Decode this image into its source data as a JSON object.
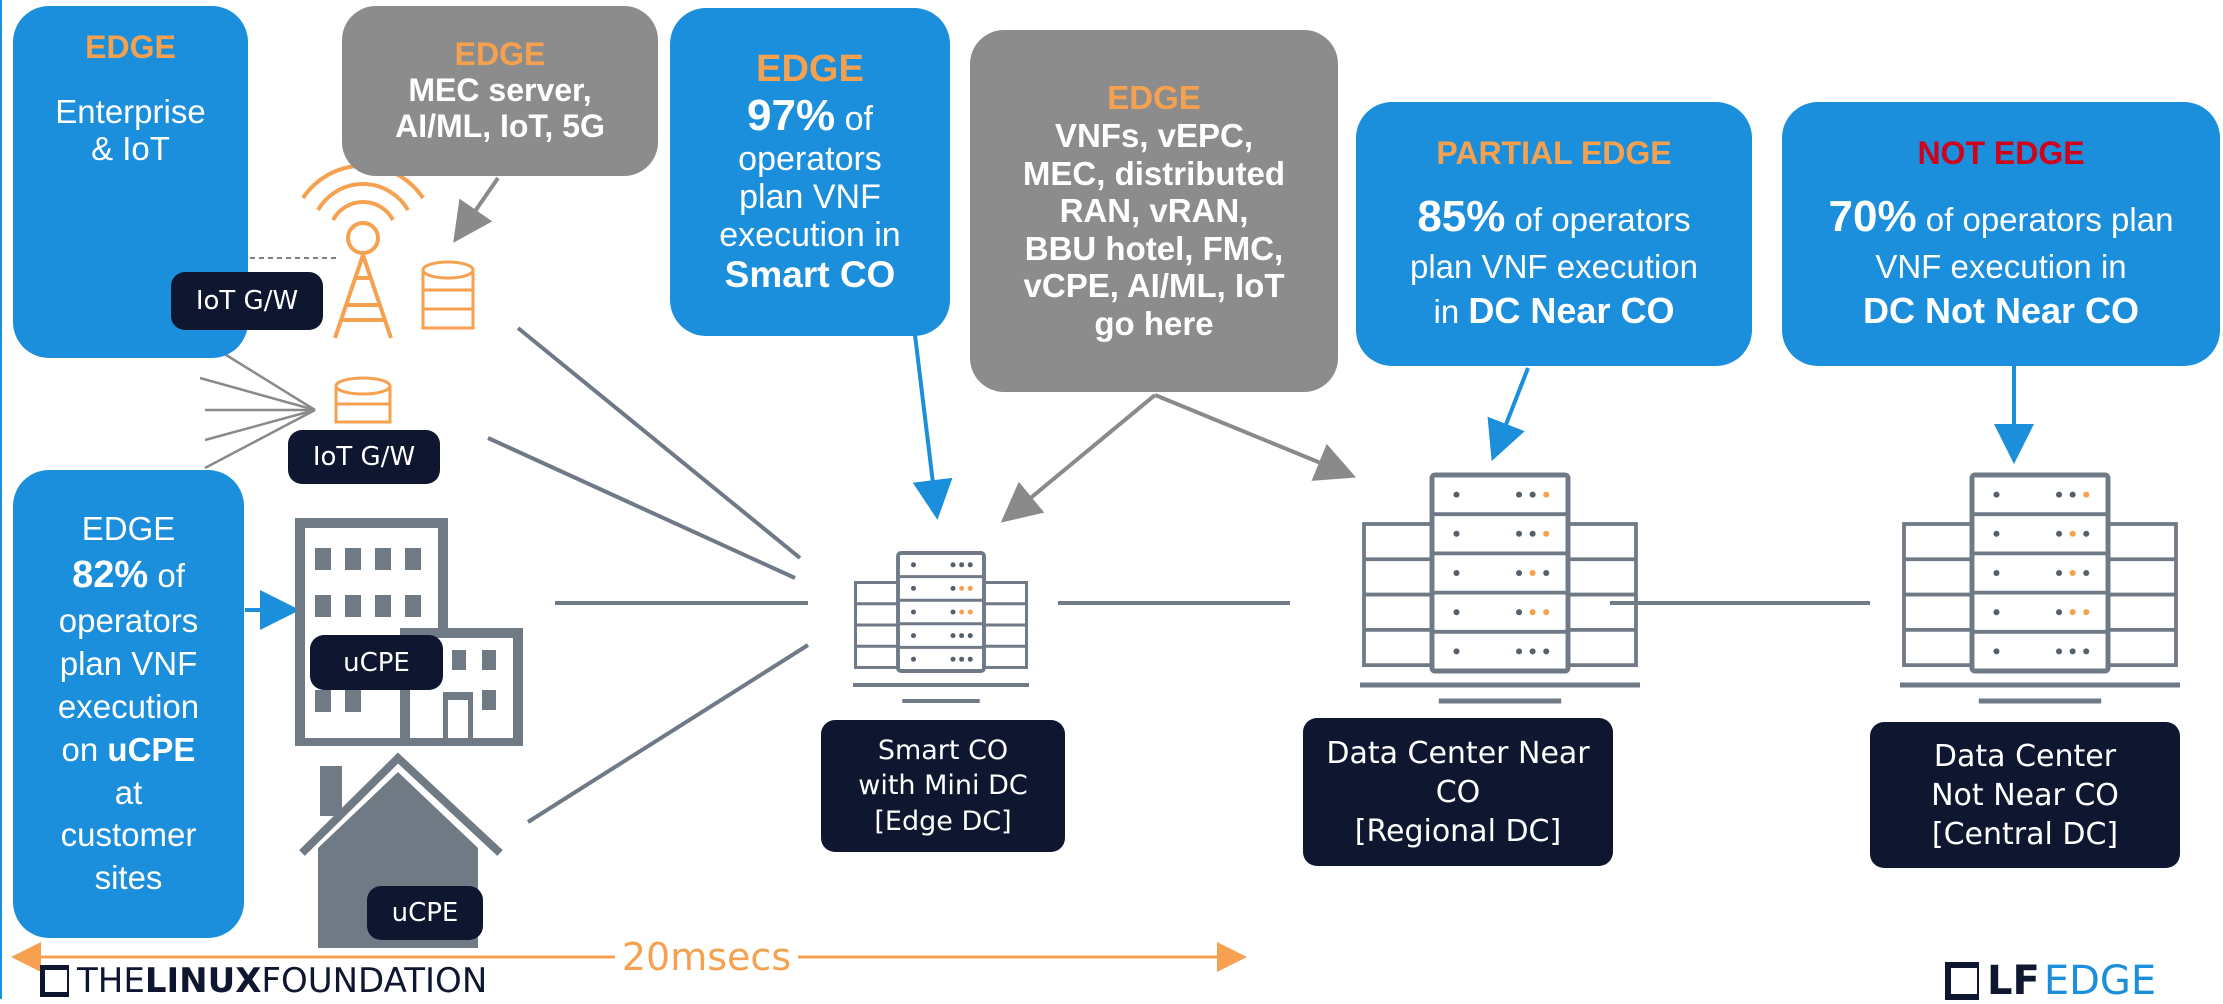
{
  "bubbles": {
    "enterprise": {
      "heading": "EDGE",
      "line1": "Enterprise",
      "line2": "& IoT"
    },
    "mec": {
      "heading": "EDGE",
      "line1": "MEC server,",
      "line2": "AI/ML, IoT, 5G"
    },
    "smart_co": {
      "heading": "EDGE",
      "pct": "97%",
      "l1": " of",
      "l2": "operators",
      "l3": "plan VNF",
      "l4": "execution in",
      "l5": "Smart CO"
    },
    "vnfs": {
      "heading": "EDGE",
      "l1": "VNFs, vEPC,",
      "l2": "MEC, distributed",
      "l3": "RAN, vRAN,",
      "l4": "BBU hotel, FMC,",
      "l5": "vCPE, AI/ML, IoT",
      "l6": "go here"
    },
    "partial": {
      "heading": "PARTIAL EDGE",
      "pct": "85%",
      "l1": " of operators",
      "l2": "plan VNF execution",
      "l3": "in ",
      "l3b": "DC Near CO"
    },
    "not_edge": {
      "heading": "NOT EDGE",
      "pct": "70%",
      "l1": " of operators plan",
      "l2": "VNF execution in",
      "l3": "DC Not Near CO"
    },
    "ucpe": {
      "heading": "EDGE",
      "pct": "82%",
      "l1": " of",
      "l2": "operators",
      "l3": "plan VNF",
      "l4": "execution",
      "l5": "on ",
      "l5b": "uCPE",
      "l6": "at",
      "l7": "customer",
      "l8": "sites"
    }
  },
  "labels": {
    "iot_gw_1": "IoT G/W",
    "iot_gw_2": "IoT G/W",
    "ucpe_building": "uCPE",
    "ucpe_house": "uCPE",
    "smart_co": {
      "l1": "Smart CO",
      "l2": "with Mini DC",
      "l3": "[Edge DC]"
    },
    "dc_near": {
      "l1": "Data Center Near",
      "l2": "CO",
      "l3": "[Regional DC]"
    },
    "dc_not_near": {
      "l1": "Data Center",
      "l2": "Not Near CO",
      "l3": "[Central DC]"
    }
  },
  "latency": "20msecs",
  "footer": {
    "lf_the": "THE",
    "lf_linux": "LINUX",
    "lf_foundation": "FOUNDATION",
    "lfedge_lf": "LF",
    "lfedge_edge": "EDGE"
  },
  "colors": {
    "blue": "#1b8fdc",
    "gray": "#8c8c8c",
    "navy": "#0f1730",
    "orange": "#f5a14f",
    "red": "#d0021b",
    "line": "#6f7a86"
  }
}
